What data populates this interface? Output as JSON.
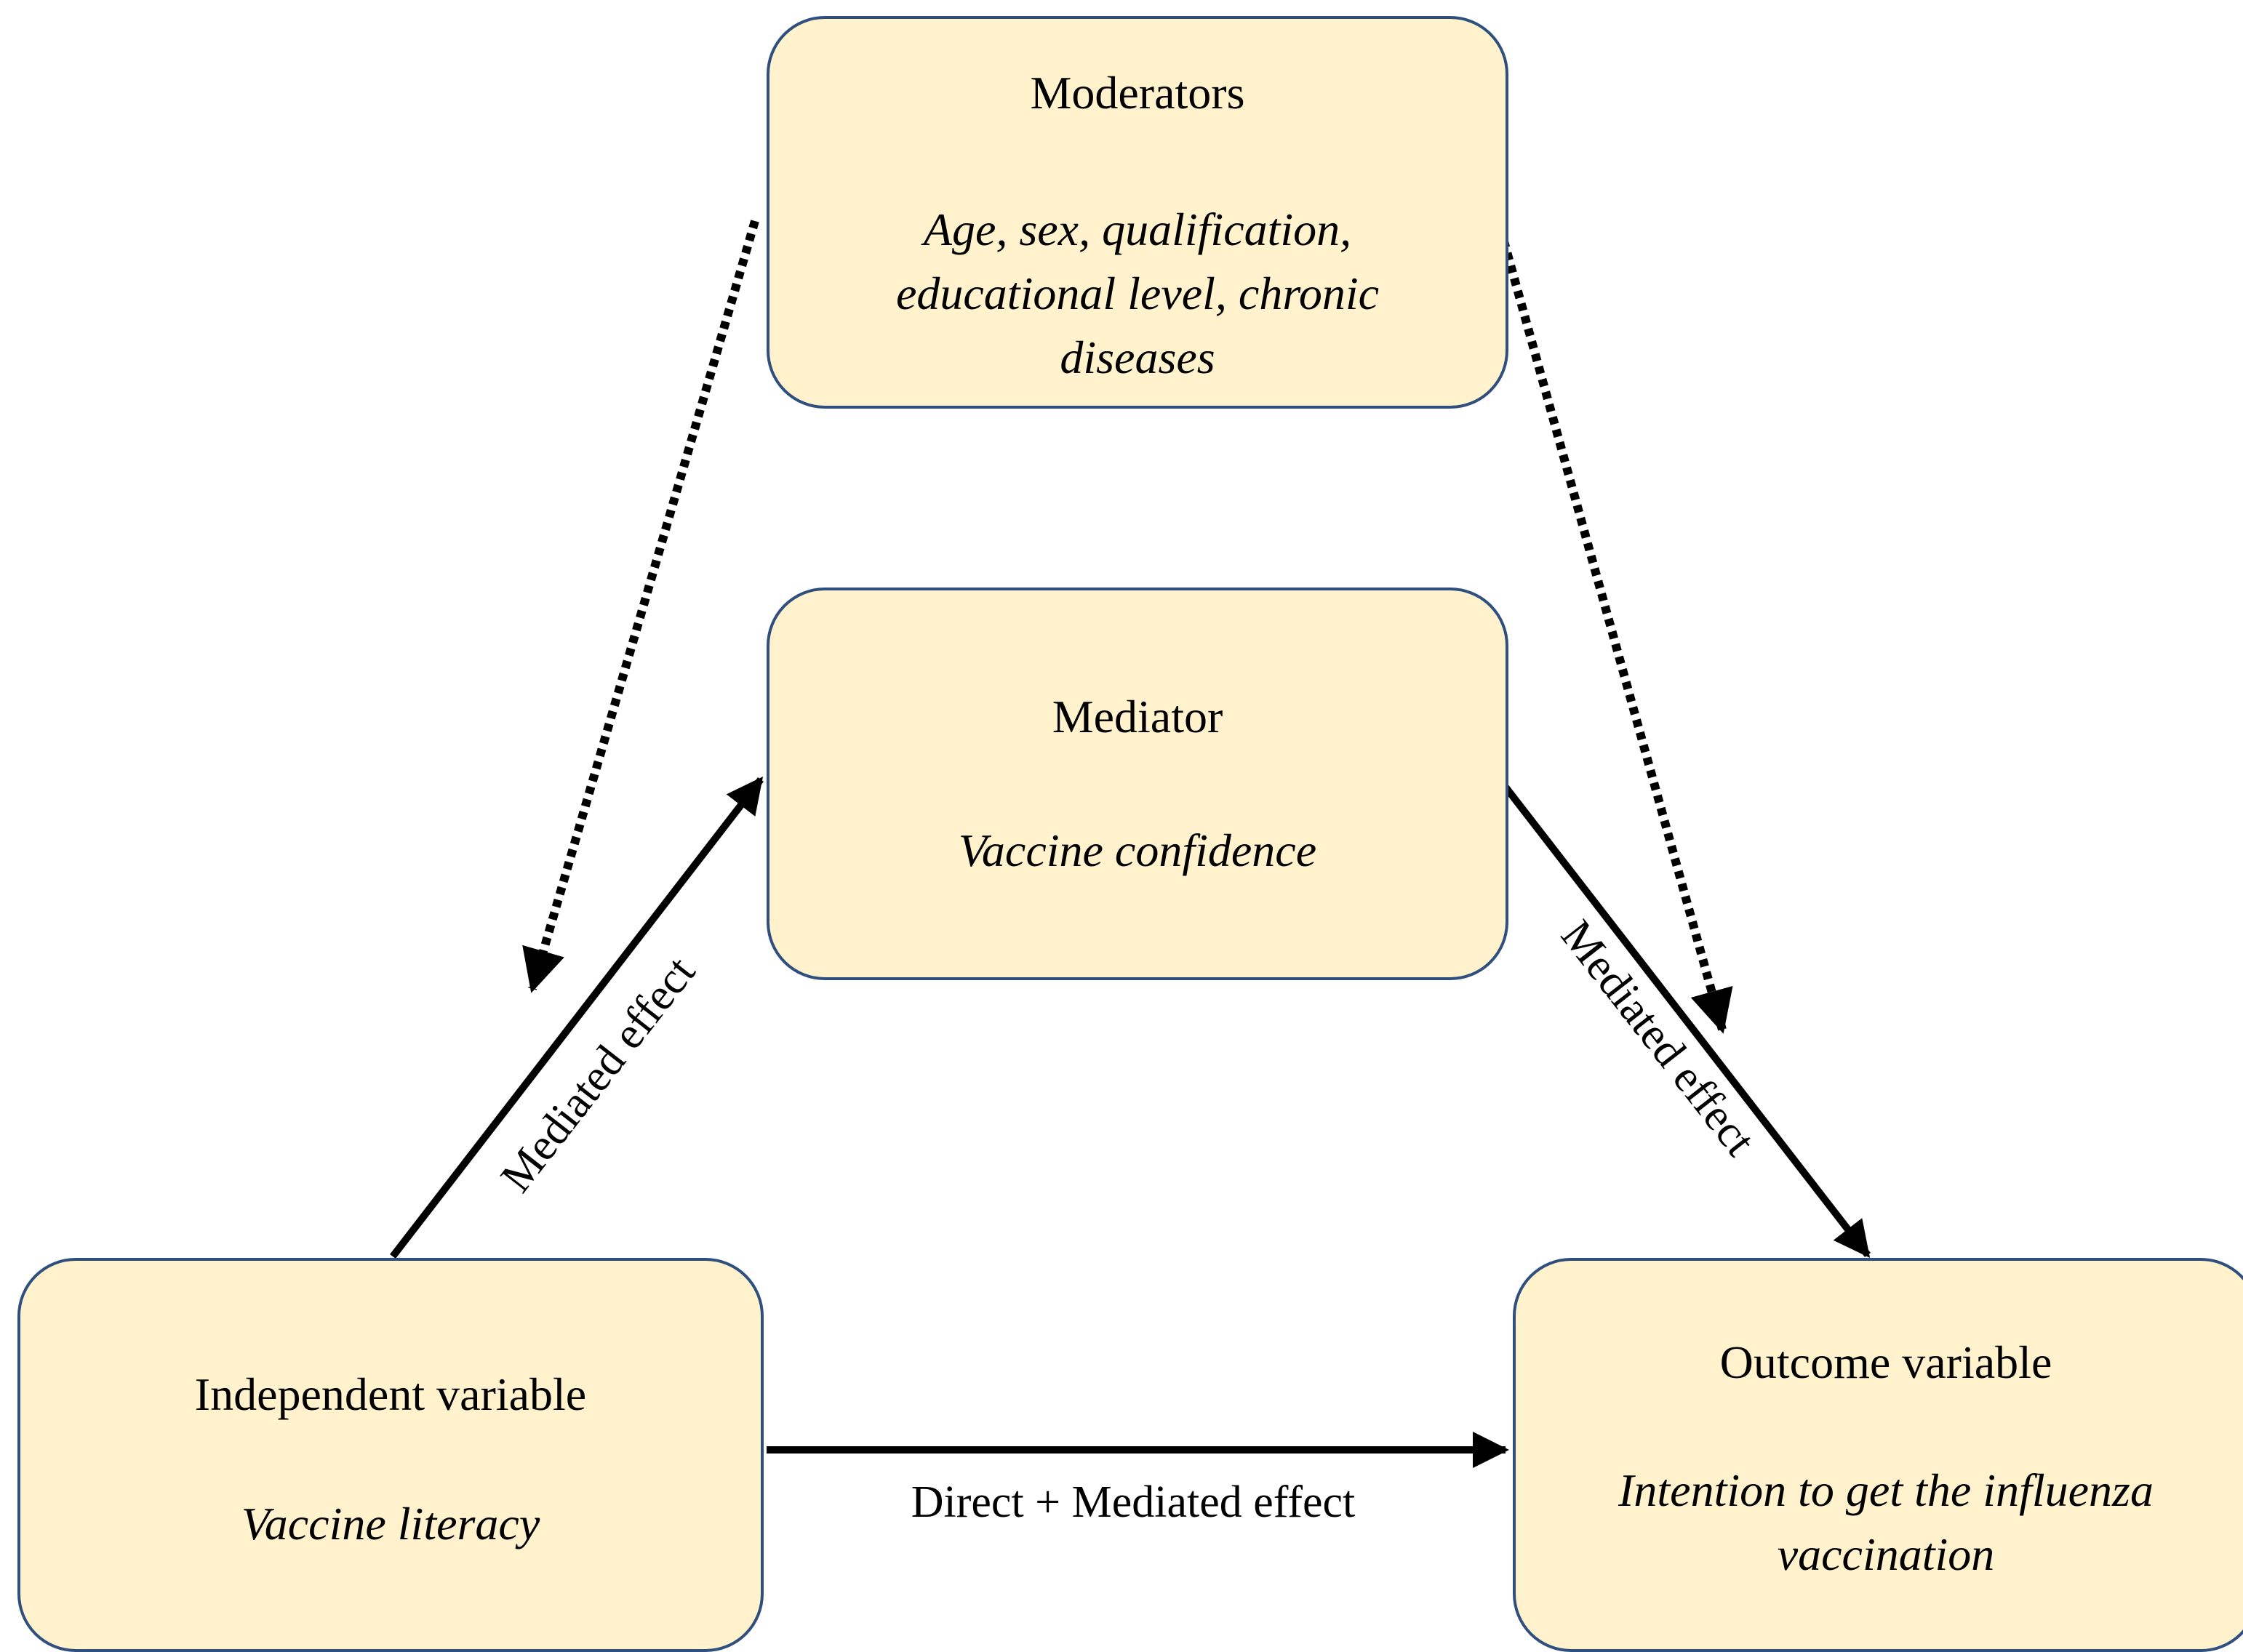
{
  "nodes": {
    "moderators": {
      "title": "Moderators",
      "lines": [
        "Age, sex, qualification,",
        "educational level,  chronic",
        "diseases"
      ]
    },
    "mediator": {
      "title": "Mediator",
      "lines": [
        "Vaccine confidence"
      ]
    },
    "independent": {
      "title": "Independent variable",
      "lines": [
        "Vaccine literacy"
      ]
    },
    "outcome": {
      "title": "Outcome variable",
      "lines": [
        "Intention to get the influenza",
        "vaccination"
      ]
    }
  },
  "edges": {
    "independent_to_mediator": "Mediated effect",
    "mediator_to_outcome": "Mediated effect",
    "independent_to_outcome": "Direct + Mediated effect"
  },
  "colors": {
    "box_fill": "#FFF2CC",
    "box_border": "#2F4F7F",
    "arrow": "#000000"
  }
}
